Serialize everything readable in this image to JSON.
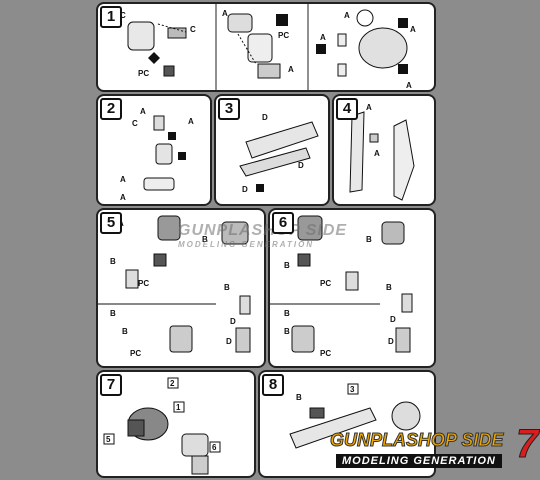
{
  "steps": {
    "s1": "1",
    "s2": "2",
    "s3": "3",
    "s4": "4",
    "s5": "5",
    "s6": "6",
    "s7": "7",
    "s8": "8"
  },
  "labels": {
    "p1": {
      "c_a": "C",
      "c_b": "C",
      "pc_a": "PC",
      "a_top": "A",
      "pc_b": "PC",
      "a_mid": "A",
      "a_right": "A",
      "a_right2": "A",
      "a_bottom": "A",
      "a_far": "A"
    },
    "p2": {
      "a1": "A",
      "c1": "C",
      "a2": "A",
      "a3": "A",
      "a4": "A"
    },
    "p3": {
      "d1": "D",
      "d2": "D",
      "d3": "D"
    },
    "p4": {
      "a1": "A",
      "a2": "A"
    },
    "p5": {
      "a1": "A",
      "b1": "B",
      "b2": "B",
      "pc1": "PC",
      "b3": "B",
      "d1": "D",
      "b4": "B",
      "b5": "B",
      "pc2": "PC",
      "d2": "D"
    },
    "p6": {
      "a1": "A",
      "b1": "B",
      "b2": "B",
      "pc1": "PC",
      "b3": "B",
      "d1": "D",
      "b4": "B",
      "b5": "B",
      "pc2": "PC",
      "d2": "D"
    },
    "p7": {
      "n2": "2",
      "n1": "1",
      "n5": "5",
      "n6": "6"
    },
    "p8": {
      "n3": "3",
      "b1": "B"
    }
  },
  "watermark": {
    "big_line1": "GUNPLASHOP SIDE",
    "big_num": "7",
    "big_line2": "MODELING GENERATION",
    "center_line1": "GUNPLASHOP SIDE",
    "center_line2": "MODELING GENERATION"
  },
  "colors": {
    "background": "#8c8c8c",
    "panel": "#ffffff",
    "ink": "#111111",
    "wm_orange": "#f0a800",
    "wm_red": "#d81e1e"
  }
}
